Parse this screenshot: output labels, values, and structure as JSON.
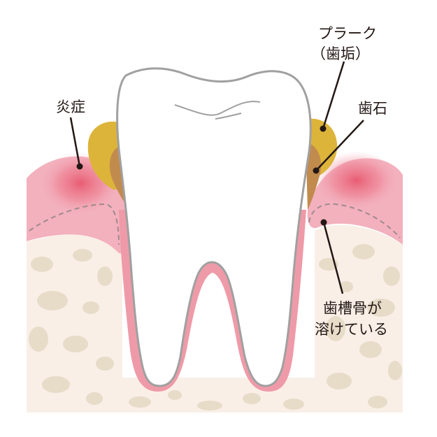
{
  "labels": {
    "plaque_line1": "プラーク",
    "plaque_line2": "（歯垢）",
    "tartar": "歯石",
    "inflammation": "炎症",
    "bone_line1": "歯槽骨が",
    "bone_line2": "溶けている"
  },
  "colors": {
    "bone": "#f9efe7",
    "bone_spots": "#e7dcc8",
    "gum": "#f3b0bd",
    "gum_dark": "#e86a7d",
    "root_pink": "#ef9aa8",
    "tooth": "#ffffff",
    "tooth_outline": "#a0a0a0",
    "plaque": "#dcb43a",
    "tartar": "#c28b4e",
    "leader_line": "#231815"
  }
}
